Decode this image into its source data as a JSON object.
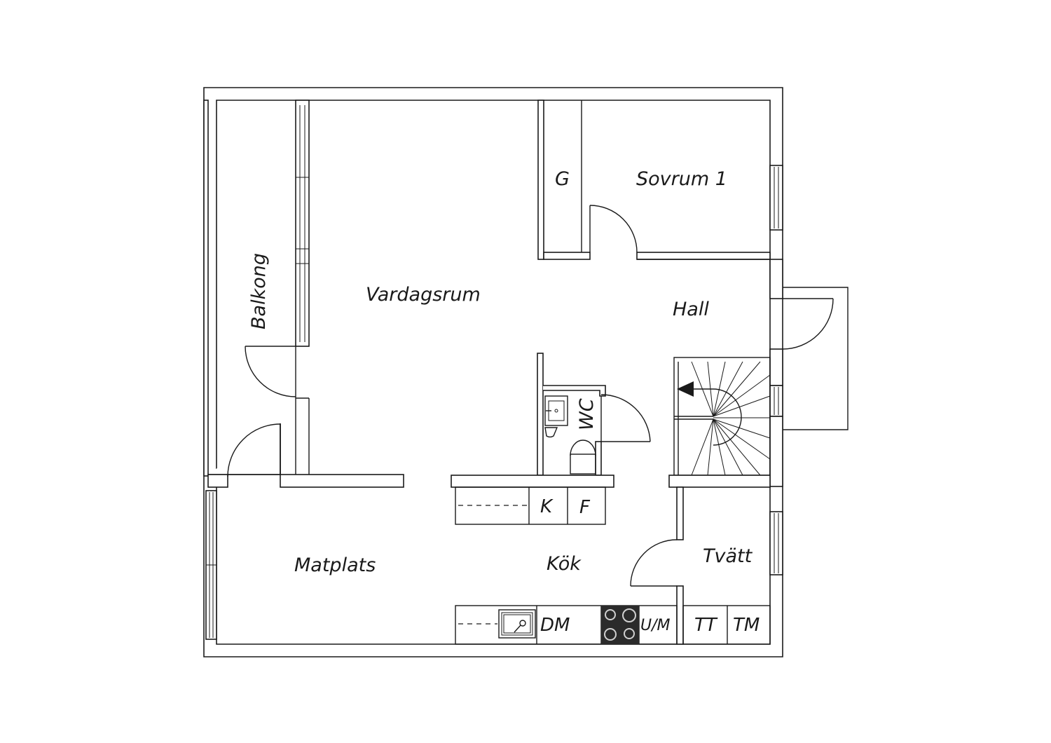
{
  "floorplan": {
    "rooms": {
      "balkong": "Balkong",
      "vardagsrum": "Vardagsrum",
      "g": "G",
      "sovrum": "Sovrum 1",
      "hall": "Hall",
      "wc": "WC",
      "matplats": "Matplats",
      "kok": "Kök",
      "tvatt": "Tvätt"
    },
    "fixtures": {
      "k": "K",
      "f": "F",
      "dm": "DM",
      "um": "U/M",
      "tt": "TT",
      "tm": "TM"
    },
    "colors": {
      "line": "#1a1a1a",
      "background": "#ffffff",
      "stove": "#2b2b2b"
    }
  }
}
